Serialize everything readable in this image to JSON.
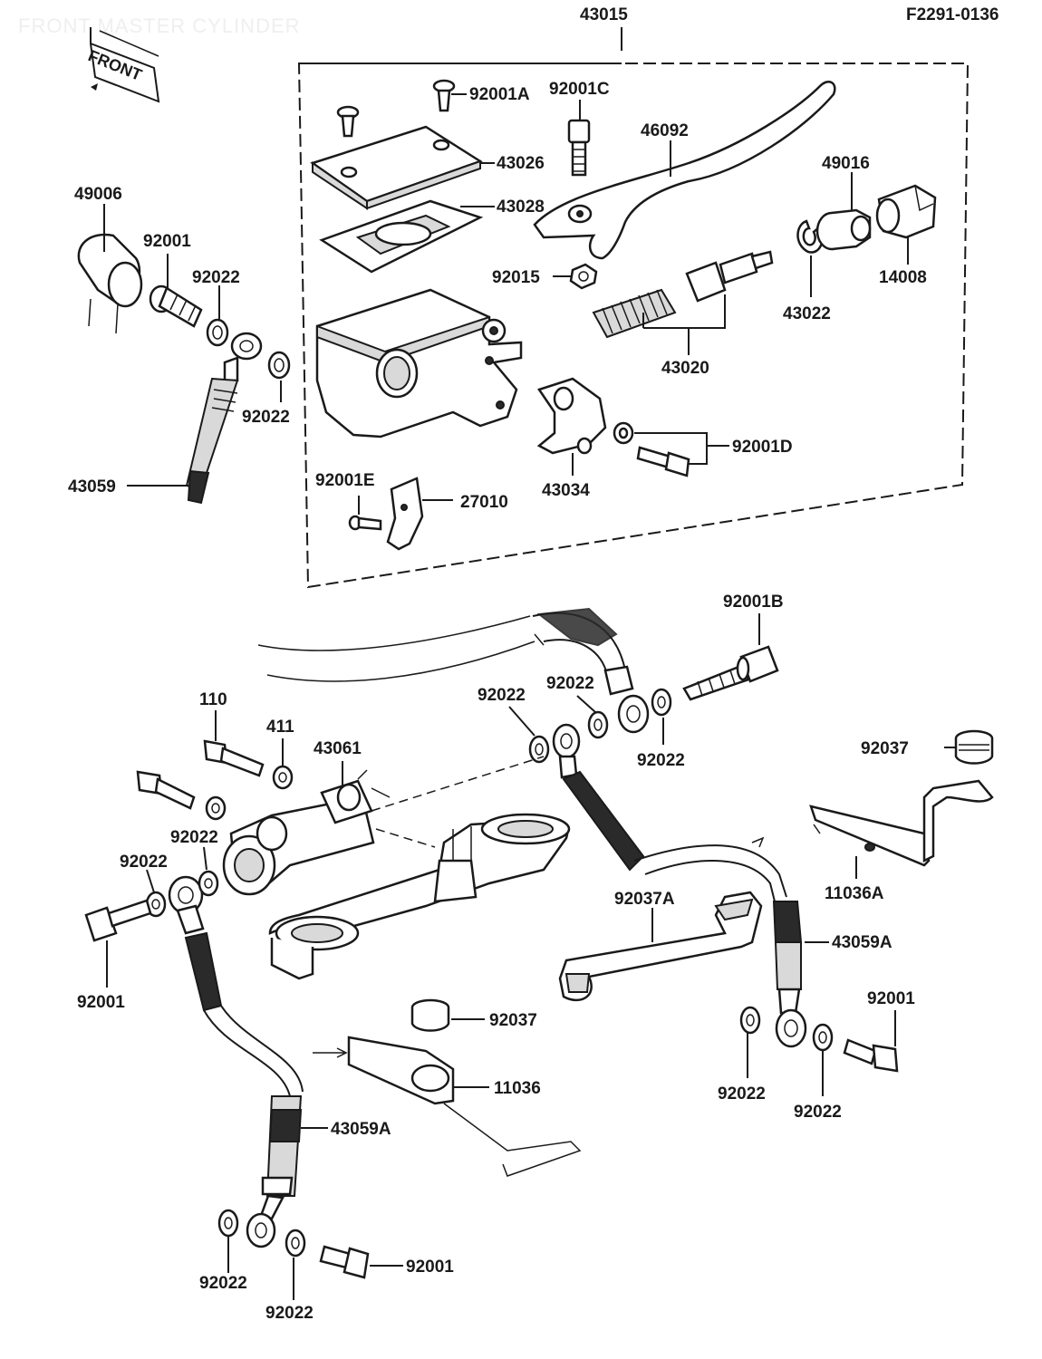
{
  "header": {
    "ghost_title": "FRONT MASTER CYLINDER",
    "figure_code": "F2291-0136",
    "front_label": "FRONT",
    "assembly_number": "43015"
  },
  "labels": {
    "p92001A": "92001A",
    "p92001C": "92001C",
    "p43026": "43026",
    "p46092": "46092",
    "p43028": "43028",
    "p49016": "49016",
    "p49006": "49006",
    "p92001_top": "92001",
    "p92022_a": "92022",
    "p92015": "92015",
    "p14008": "14008",
    "p43022": "43022",
    "p43020": "43020",
    "p92022_b": "92022",
    "p92001D": "92001D",
    "p43059": "43059",
    "p43034": "43034",
    "p92001E": "92001E",
    "p27010": "27010",
    "p92001B": "92001B",
    "p110": "110",
    "p411": "411",
    "p43061": "43061",
    "p92022_c": "92022",
    "p92022_d": "92022",
    "p92022_e": "92022",
    "p92037_top": "92037",
    "p92022_f": "92022",
    "p92022_g": "92022",
    "p11036A": "11036A",
    "p92037A": "92037A",
    "p43059A_right": "43059A",
    "p92001_left": "92001",
    "p92001_right": "92001",
    "p92037_mid": "92037",
    "p11036": "11036",
    "p92022_h": "92022",
    "p92022_i": "92022",
    "p43059A_left": "43059A",
    "p92001_bottom": "92001",
    "p92022_j": "92022",
    "p92022_k": "92022"
  }
}
